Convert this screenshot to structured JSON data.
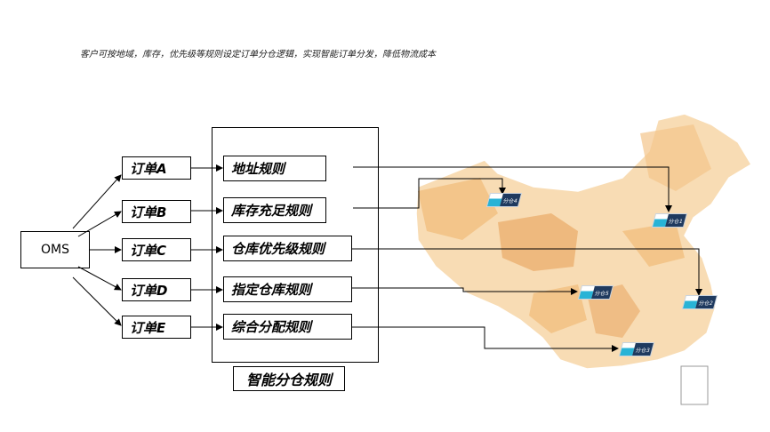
{
  "caption": "客户可按地域，库存，优先级等规则设定订单分仓逻辑，实现智能订单分发，降低物流成本",
  "source": "OMS",
  "orders": [
    "订单A",
    "订单B",
    "订单C",
    "订单D",
    "订单E"
  ],
  "rules": [
    "地址规则",
    "库存充足规则",
    "仓库优先级规则",
    "指定仓库规则",
    "综合分配规则"
  ],
  "rules_title": "智能分仓规则",
  "warehouses": [
    "分仓1",
    "分仓2",
    "分仓3",
    "分仓4",
    "分仓5"
  ],
  "colors": {
    "map_light": "#f8dcb4",
    "map_mid": "#f3c58a",
    "map_dark": "#eaa966",
    "warehouse": "#1f3a5f"
  }
}
